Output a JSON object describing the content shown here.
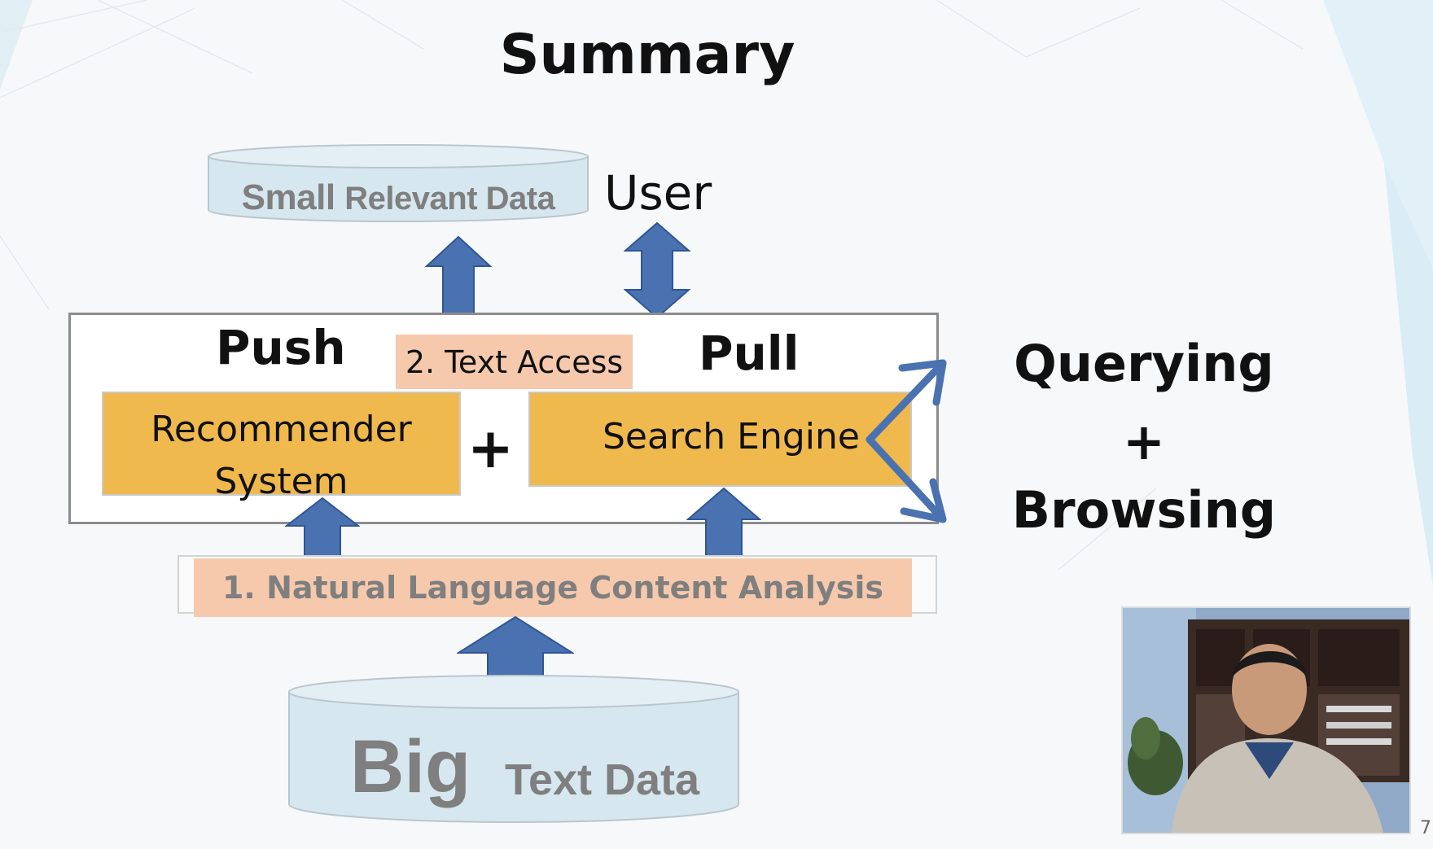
{
  "slide": {
    "title": "Summary",
    "page_number": "7"
  },
  "diagram": {
    "small_data": {
      "part1": "Small",
      "part2": "Relevant Data"
    },
    "user": "User",
    "push": "Push",
    "pull": "Pull",
    "text_access": "2. Text Access",
    "recommender": {
      "line1": "Recommender",
      "line2": "System"
    },
    "combine": "+",
    "search_engine": "Search Engine",
    "nlca": "1. Natural Language Content Analysis",
    "big_data": {
      "part1": "Big",
      "part2": "Text Data"
    }
  },
  "side": {
    "querying": "Querying",
    "plus": "+",
    "browsing": "Browsing"
  },
  "colors": {
    "arrow_fill": "#4a72b0",
    "box_orange": "#efb94d",
    "box_peach": "#f6c9ad",
    "cylinder_fill": "#d6e7ef",
    "gray_text": "#7f7f7f"
  }
}
